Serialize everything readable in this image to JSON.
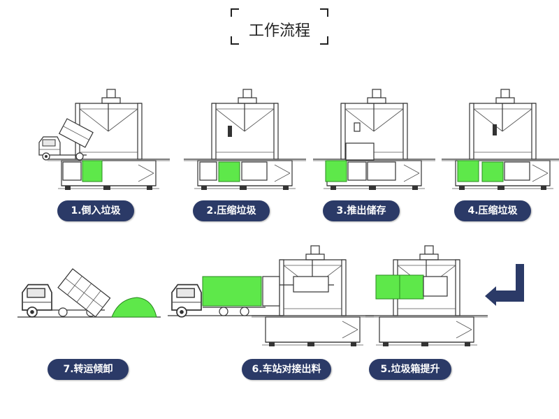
{
  "title": "工作流程",
  "steps": [
    {
      "label": "1.倒入垃圾"
    },
    {
      "label": "2.压缩垃圾"
    },
    {
      "label": "3.推出储存"
    },
    {
      "label": "4.压缩垃圾"
    },
    {
      "label": "5.垃圾箱提升"
    },
    {
      "label": "6.车站对接出料"
    },
    {
      "label": "7.转运倾卸"
    }
  ],
  "colors": {
    "label_bg": "#2b3a67",
    "garbage_green": "#5ee84a",
    "line": "#333333"
  }
}
